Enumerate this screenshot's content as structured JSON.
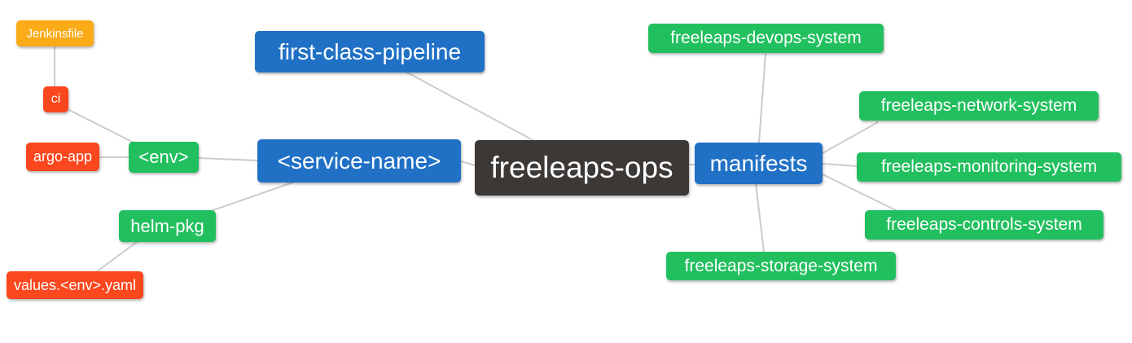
{
  "diagram": {
    "type": "mindmap",
    "root_label": "freeleaps-ops",
    "nodes": {
      "freeleaps_ops": {
        "label": "freeleaps-ops",
        "level": 0,
        "color": "#3b3836"
      },
      "first_class_pipeline": {
        "label": "first-class-pipeline",
        "level": 1,
        "color": "#2071c5"
      },
      "service_name": {
        "label": "<service-name>",
        "level": 1,
        "color": "#2071c5"
      },
      "manifests": {
        "label": "manifests",
        "level": 1,
        "color": "#2071c5"
      },
      "env": {
        "label": "<env>",
        "level": 2,
        "color": "#22bf5f"
      },
      "helm_pkg": {
        "label": "helm-pkg",
        "level": 2,
        "color": "#22bf5f"
      },
      "ci": {
        "label": "ci",
        "level": 3,
        "color": "#fb471d"
      },
      "argo_app": {
        "label": "argo-app",
        "level": 3,
        "color": "#fb471d"
      },
      "jenkinsfile": {
        "label": "Jenkinsfile",
        "level": 4,
        "color": "#fbab18"
      },
      "values_env_yaml": {
        "label": "values.<env>.yaml",
        "level": 3,
        "color": "#fb471d"
      },
      "devops_system": {
        "label": "freeleaps-devops-system",
        "level": 2,
        "color": "#22bf5f"
      },
      "network_system": {
        "label": "freeleaps-network-system",
        "level": 2,
        "color": "#22bf5f"
      },
      "monitoring_system": {
        "label": "freeleaps-monitoring-system",
        "level": 2,
        "color": "#22bf5f"
      },
      "controls_system": {
        "label": "freeleaps-controls-system",
        "level": 2,
        "color": "#22bf5f"
      },
      "storage_system": {
        "label": "freeleaps-storage-system",
        "level": 2,
        "color": "#22bf5f"
      }
    },
    "edges": [
      [
        "Jenkinsfile",
        "ci"
      ],
      [
        "ci",
        "<env>"
      ],
      [
        "argo-app",
        "<env>"
      ],
      [
        "<env>",
        "<service-name>"
      ],
      [
        "helm-pkg",
        "<service-name>"
      ],
      [
        "values.<env>.yaml",
        "helm-pkg"
      ],
      [
        "first-class-pipeline",
        "freeleaps-ops"
      ],
      [
        "<service-name>",
        "freeleaps-ops"
      ],
      [
        "freeleaps-ops",
        "manifests"
      ],
      [
        "manifests",
        "freeleaps-devops-system"
      ],
      [
        "manifests",
        "freeleaps-network-system"
      ],
      [
        "manifests",
        "freeleaps-monitoring-system"
      ],
      [
        "manifests",
        "freeleaps-controls-system"
      ],
      [
        "manifests",
        "freeleaps-storage-system"
      ]
    ],
    "palette": {
      "root": "#3b3836",
      "branch_blue": "#2071c5",
      "leaf_green": "#22bf5f",
      "leaf_red_orange": "#fb471d",
      "leaf_orange": "#fbab18",
      "edge_line": "#cccccc",
      "text": "#ffffff",
      "background": "#ffffff"
    }
  }
}
